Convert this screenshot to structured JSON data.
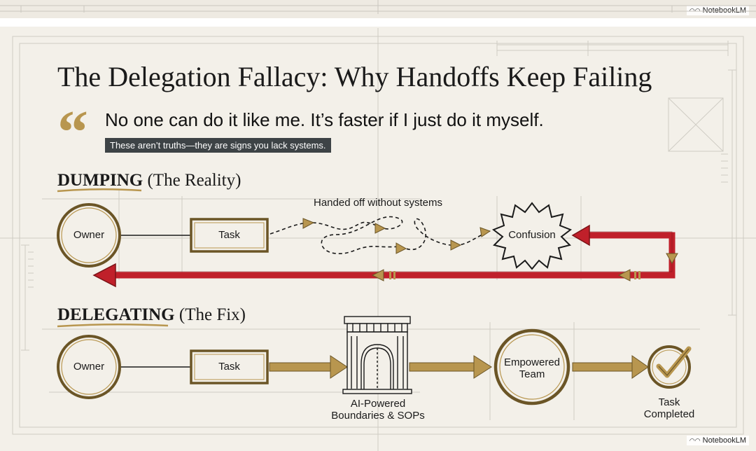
{
  "app": {
    "badge_label": "NotebookLM",
    "badge_icon": "notebooklm-logo-icon"
  },
  "title": "The Delegation Fallacy: Why Handoffs Keep Failing",
  "quote": {
    "mark": "“",
    "text": "No one can do it like me. It’s faster if I just do it myself.",
    "note": "These aren’t truths—they are signs you lack systems."
  },
  "dumping": {
    "heading_bold": "DUMPING",
    "heading_rest": "(The Reality)",
    "owner": "Owner",
    "task": "Task",
    "handoff_note": "Handed off without systems",
    "confusion": "Confusion"
  },
  "delegating": {
    "heading_bold": "DELEGATING",
    "heading_rest": "(The Fix)",
    "owner": "Owner",
    "task": "Task",
    "boundaries_line1": "AI-Powered",
    "boundaries_line2": "Boundaries & SOPs",
    "team_line1": "Empowered",
    "team_line2": "Team",
    "done_line1": "Task",
    "done_line2": "Completed"
  },
  "colors": {
    "background": "#f3f0e9",
    "gold": "#b8964f",
    "gold_dark": "#8a6d33",
    "red": "#c0202a",
    "ink": "#1a1a1a",
    "grid": "#c9c6bf",
    "note_bg": "#3d4346"
  }
}
